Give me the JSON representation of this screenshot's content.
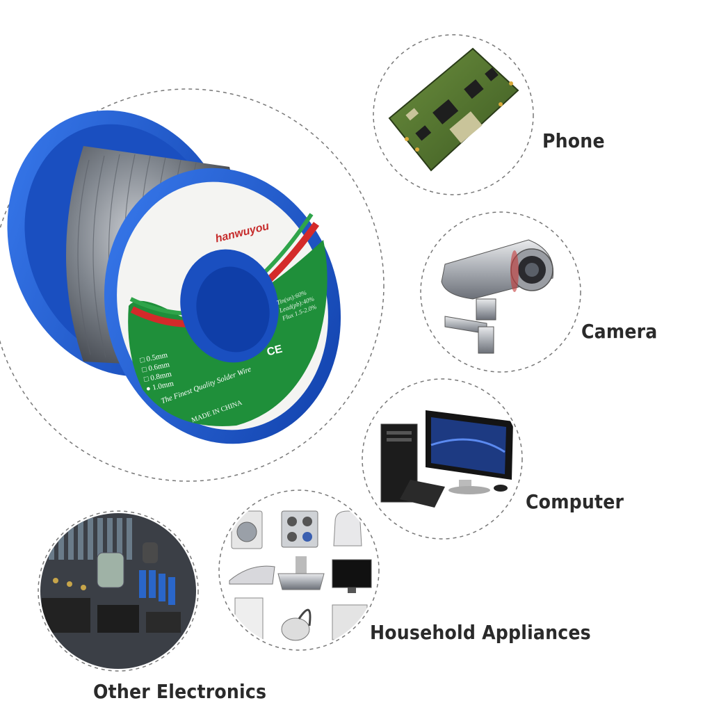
{
  "product": {
    "brand": "hanwuyou",
    "spec_lines": [
      "Tin(sn):60%",
      "Lead(pb):40%",
      "Flux 1.5-2.0%"
    ],
    "mark": "CE",
    "sizes": [
      "0.5mm",
      "0.6mm",
      "0.8mm",
      "1.0mm"
    ],
    "selected_size": "1.0mm",
    "tagline": "The Finest Quality Solder Wire",
    "origin": "MADE IN CHINA"
  },
  "applications": [
    {
      "label": "Phone",
      "icon": "circuit-board-icon"
    },
    {
      "label": "Camera",
      "icon": "security-camera-icon"
    },
    {
      "label": "Computer",
      "icon": "desktop-computer-icon"
    },
    {
      "label": "Household Appliances",
      "icon": "appliances-grid-icon"
    },
    {
      "label": "Other Electronics",
      "icon": "motherboard-icon"
    }
  ],
  "colors": {
    "spool_blue": "#1f5fd6",
    "spool_dark": "#0f3ea8",
    "label_green": "#1f8f3a",
    "stripe_red": "#d42a2a",
    "wire_silver": "#8a8f96",
    "dash_gray": "#777777",
    "label_text": "#2a2a2a",
    "label_bar": "#dcdcdc"
  }
}
